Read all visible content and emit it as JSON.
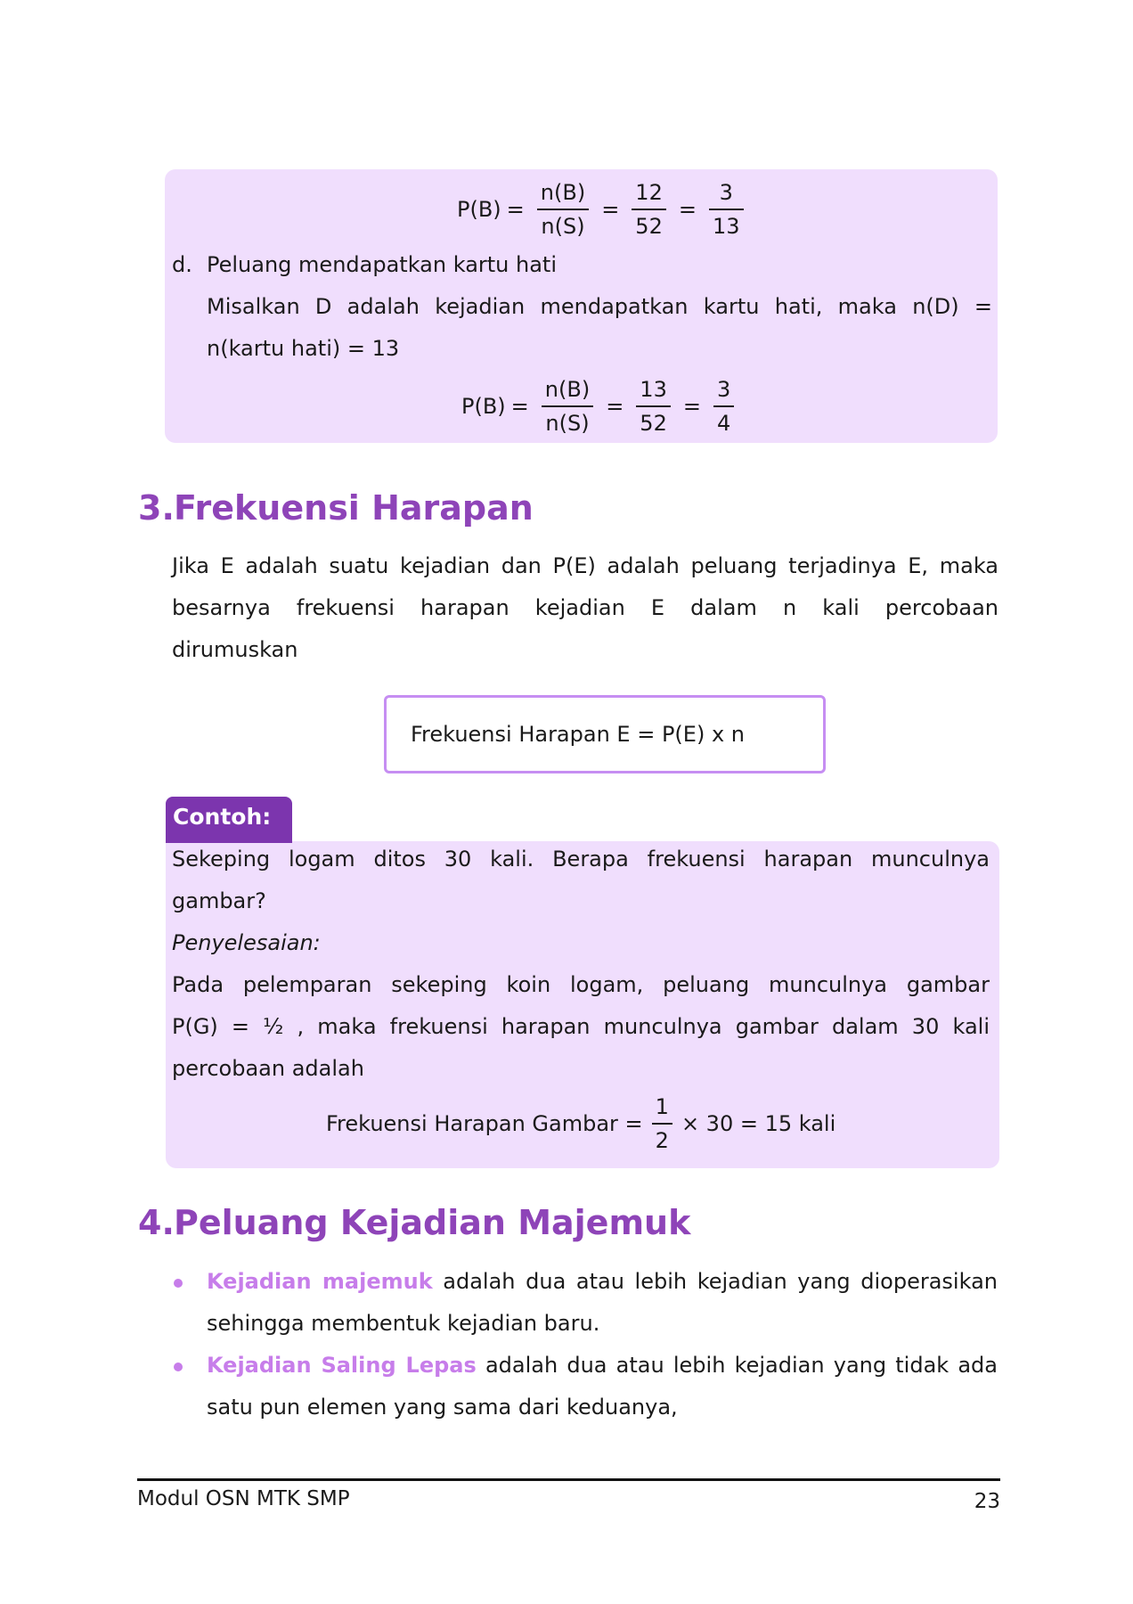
{
  "top_box": {
    "eq1": {
      "lhs": "P(B)",
      "eq": "=",
      "n1": "n(B)",
      "d1": "n(S)",
      "n2": "12",
      "d2": "52",
      "n3": "3",
      "d3": "13"
    },
    "item_d_marker": "d.",
    "item_d_title": "Peluang mendapatkan kartu hati",
    "item_d_line1": "Misalkan D adalah kejadian mendapatkan kartu hati, maka n(D) =",
    "item_d_line2": "n(kartu hati) = 13",
    "eq2": {
      "lhs": "P(B)",
      "eq": "=",
      "n1": "n(B)",
      "d1": "n(S)",
      "n2": "13",
      "d2": "52",
      "n3": "3",
      "d3": "4"
    }
  },
  "section3": {
    "number": "3.",
    "title": "Frekuensi Harapan",
    "para_line1": "Jika E adalah suatu kejadian dan P(E) adalah peluang terjadinya E, maka",
    "para_line2": "besarnya frekuensi harapan kejadian E dalam n kali percobaan",
    "para_line3": "dirumuskan",
    "formula": "Frekuensi Harapan E = P(E) x n"
  },
  "example": {
    "tab_label": "Contoh:",
    "q_line1": "Sekeping logam ditos 30 kali. Berapa frekuensi harapan munculnya",
    "q_line2": "gambar?",
    "solution_label": "Penyelesaian:",
    "s_line1": "Pada pelemparan sekeping koin logam, peluang munculnya gambar",
    "s_line2": "P(G) = ½ , maka frekuensi harapan munculnya gambar dalam 30 kali",
    "s_line3": "percobaan adalah",
    "calc_lhs": "Frekuensi Harapan Gambar =",
    "calc_num": "1",
    "calc_den": "2",
    "calc_rhs": "× 30 = 15 kali"
  },
  "section4": {
    "number": "4.",
    "title": "Peluang Kejadian Majemuk",
    "bullets": [
      {
        "term": "Kejadian majemuk",
        "line1_rest": " adalah dua atau lebih kejadian yang dioperasikan",
        "line2": "sehingga membentuk kejadian baru."
      },
      {
        "term": "Kejadian Saling Lepas",
        "line1_rest": " adalah dua atau lebih kejadian yang tidak ada",
        "line2": "satu pun elemen yang sama dari keduanya,"
      }
    ]
  },
  "footer": {
    "title": "Modul OSN MTK SMP",
    "page_number": "23"
  },
  "colors": {
    "heading": "#8e44b8",
    "box_bg": "#f0defd",
    "tab_bg": "#7c35ae",
    "highlight": "#c77dea",
    "formula_border": "#c68ef2"
  }
}
